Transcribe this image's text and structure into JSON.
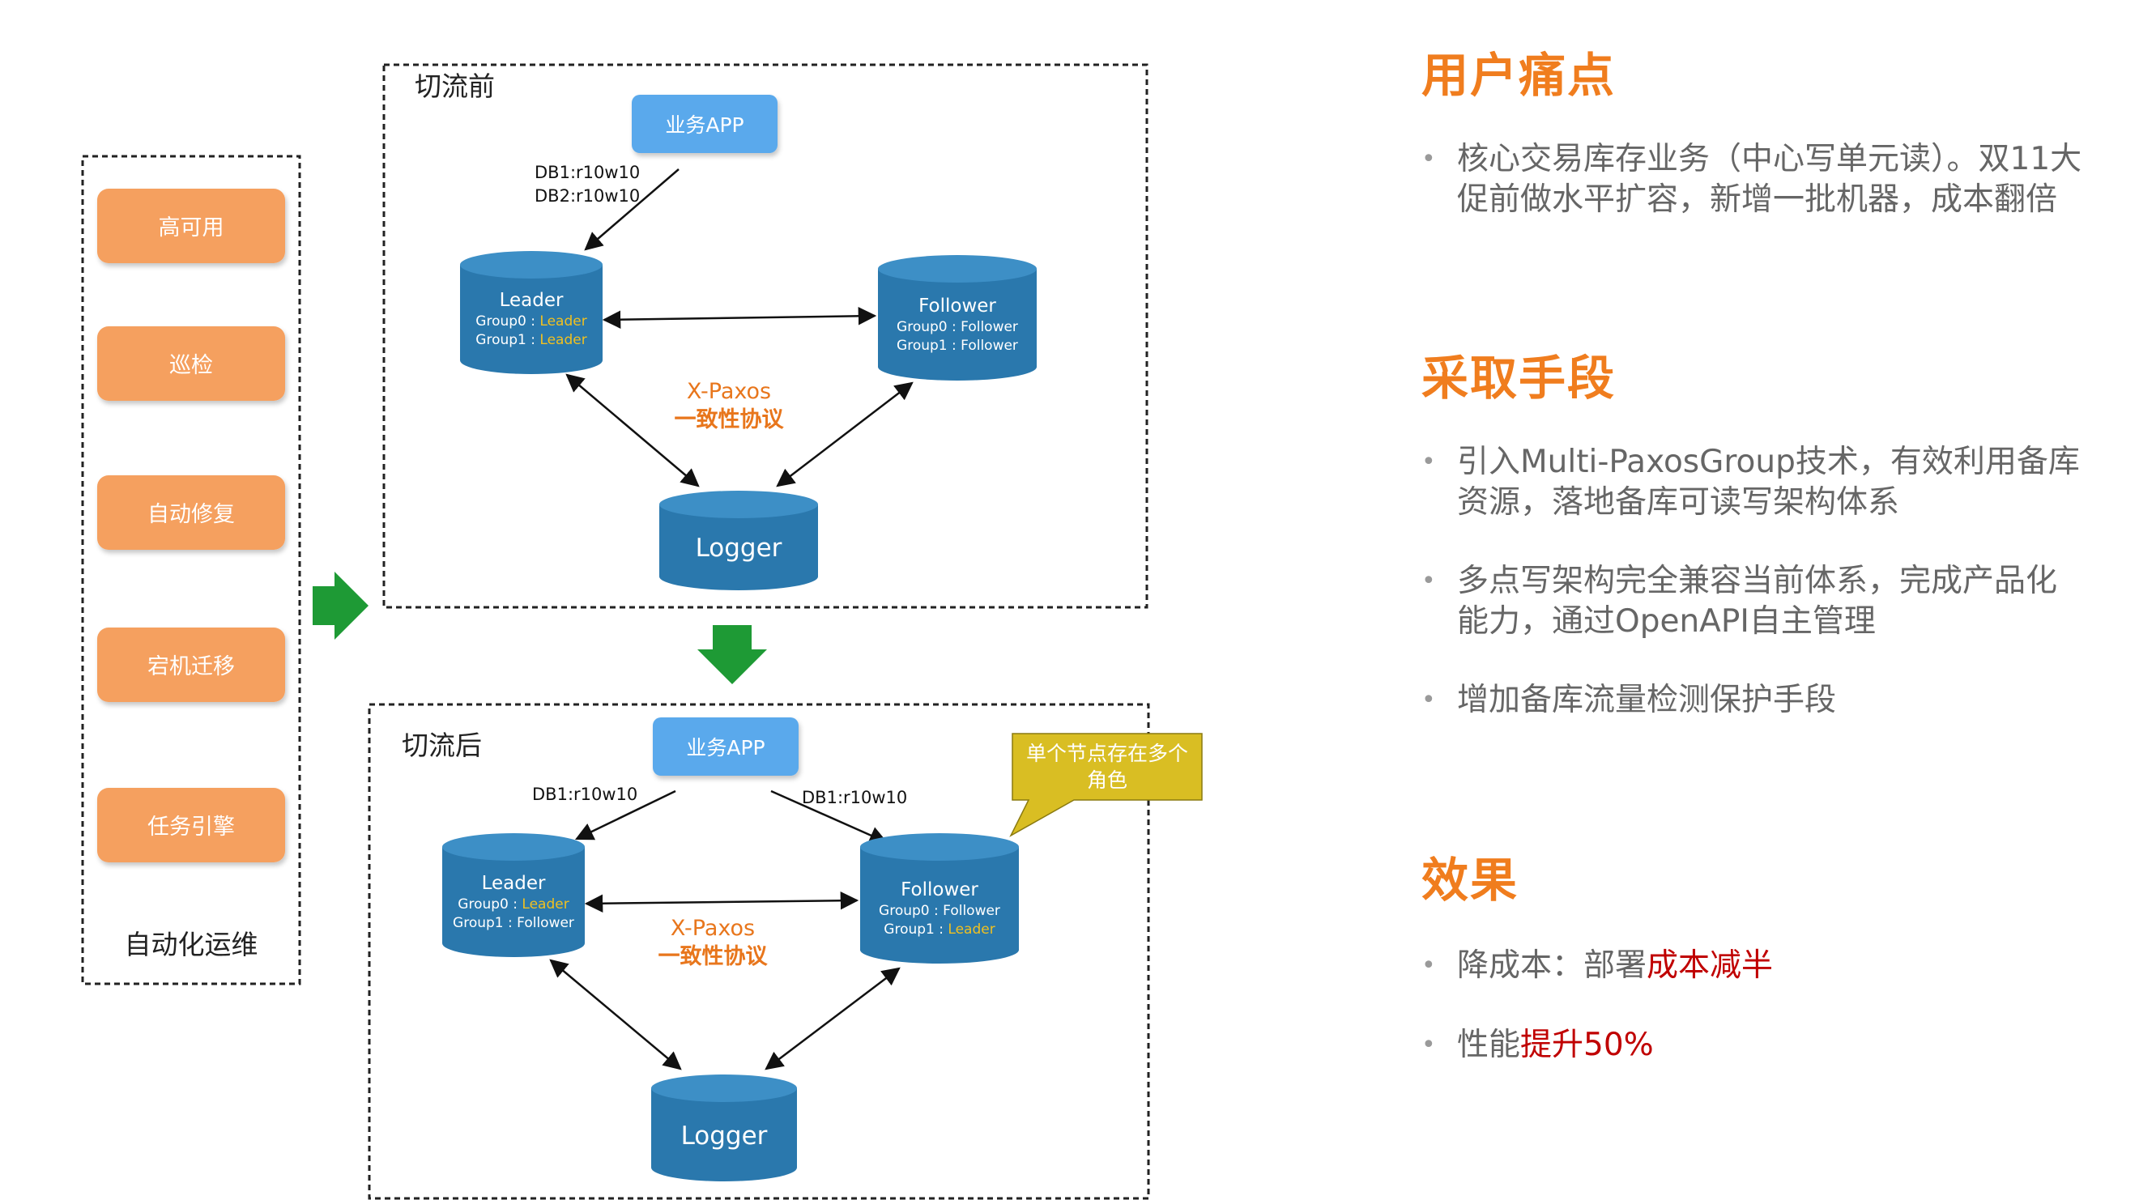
{
  "ops_panel": {
    "items": [
      "高可用",
      "巡检",
      "自动修复",
      "宕机迁移",
      "任务引擎"
    ],
    "caption": "自动化运维"
  },
  "before": {
    "title": "切流前",
    "app_label": "业务APP",
    "route_lines": [
      "DB1:r10w10",
      "DB2:r10w10"
    ],
    "leader": {
      "title": "Leader",
      "group0_prefix": "Group0 : ",
      "group0_role": "Leader",
      "group1_prefix": "Group1 : ",
      "group1_role": "Leader"
    },
    "follower": {
      "title": "Follower",
      "group0": "Group0 : Follower",
      "group1": "Group1 : Follower"
    },
    "protocol": {
      "name": "X-Paxos",
      "desc": "一致性协议"
    },
    "logger": "Logger"
  },
  "after": {
    "title": "切流后",
    "app_label": "业务APP",
    "route_left": "DB1:r10w10",
    "route_right": "DB1:r10w10",
    "leader": {
      "title": "Leader",
      "group0_prefix": "Group0 : ",
      "group0_role": "Leader",
      "group1": "Group1 : Follower"
    },
    "follower": {
      "title": "Follower",
      "group0": "Group0 : Follower",
      "group1_prefix": "Group1 : ",
      "group1_role": "Leader"
    },
    "protocol": {
      "name": "X-Paxos",
      "desc": "一致性协议"
    },
    "logger": "Logger",
    "callout": [
      "单个节点存在多个",
      "角色"
    ]
  },
  "right_panel": {
    "pain_title": "用户痛点",
    "pain_bullets": [
      "核心交易库存业务（中心写单元读）。双11大促前做水平扩容，新增一批机器，成本翻倍"
    ],
    "measure_title": "采取手段",
    "measure_bullets": [
      "引入Multi-PaxosGroup技术，有效利用备库资源，落地备库可读写架构体系",
      "多点写架构完全兼容当前体系，完成产品化能力，通过OpenAPI自主管理",
      "增加备库流量检测保护手段"
    ],
    "effect_title": "效果",
    "effect_1_prefix": "降成本：部署",
    "effect_1_highlight": "成本减半",
    "effect_2_prefix": "性能",
    "effect_2_highlight": "提升50%"
  },
  "colors": {
    "orange_box": "#f5a05f",
    "app_box": "#5aa9ec",
    "cylinder_body": "#2a78ad",
    "cylinder_top": "#3d8fc6",
    "leader_tag": "#f0c020",
    "protocol": "#e8761c",
    "green_arrow": "#1e9a35",
    "callout": "#d9be23",
    "title_orange": "#f07d1e",
    "highlight_red": "#c00000"
  }
}
